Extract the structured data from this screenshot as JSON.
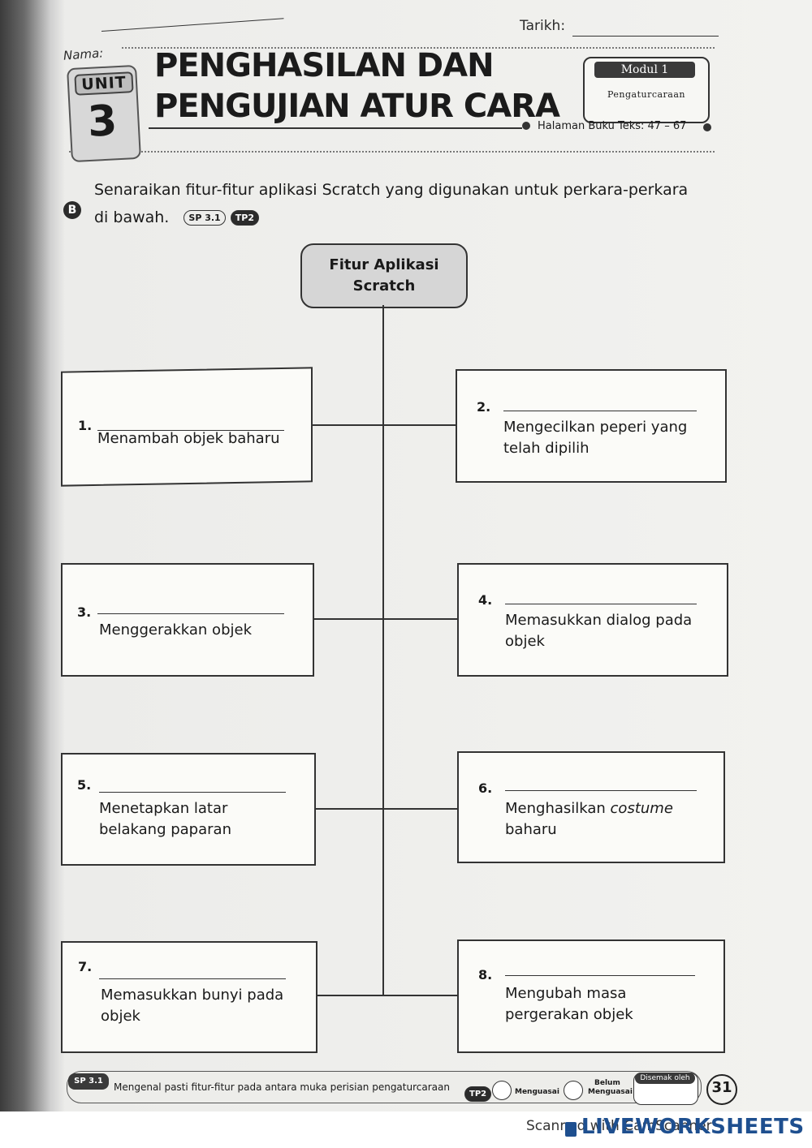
{
  "header": {
    "nama_label": "Nama:",
    "tarikh_label": "Tarikh:",
    "unit_word": "UNIT",
    "unit_number": "3",
    "title_line1": "PENGHASILAN DAN",
    "title_line2": "PENGUJIAN ATUR CARA",
    "modul_title": "Modul 1",
    "modul_subtitle": "Pengaturcaraan",
    "halaman": "Halaman Buku Teks: 47 – 67"
  },
  "question": {
    "badge": "B",
    "line1": "Senaraikan fitur-fitur aplikasi Scratch yang digunakan untuk perkara-perkara",
    "line2": "di bawah.",
    "sp_tag": "SP 3.1",
    "tp_tag": "TP2"
  },
  "diagram": {
    "root_line1": "Fitur Aplikasi",
    "root_line2": "Scratch",
    "items": [
      {
        "num": "1.",
        "desc_line1": "Menambah objek baharu",
        "desc_line2": ""
      },
      {
        "num": "2.",
        "desc_line1": "Mengecilkan peperi yang",
        "desc_line2": "telah dipilih"
      },
      {
        "num": "3.",
        "desc_line1": "Menggerakkan objek",
        "desc_line2": ""
      },
      {
        "num": "4.",
        "desc_line1": "Memasukkan dialog pada",
        "desc_line2": "objek"
      },
      {
        "num": "5.",
        "desc_line1": "Menetapkan latar",
        "desc_line2": "belakang paparan"
      },
      {
        "num": "6.",
        "desc_line1_a": "Menghasilkan ",
        "desc_line1_b": "costume",
        "desc_line2": "baharu"
      },
      {
        "num": "7.",
        "desc_line1": "Memasukkan bunyi pada",
        "desc_line2": "objek"
      },
      {
        "num": "8.",
        "desc_line1": "Mengubah masa",
        "desc_line2": "pergerakan objek"
      }
    ]
  },
  "footer": {
    "sp_tag": "SP 3.1",
    "text": "Mengenal pasti fitur-fitur pada antara muka perisian pengaturcaraan",
    "tp_tag": "TP2",
    "menguasai": "Menguasai",
    "belum_menguasai_1": "Belum",
    "belum_menguasai_2": "Menguasai",
    "disemak_oleh": "Disemak oleh",
    "page_number": "31"
  },
  "watermark": {
    "scanned": "Scanned with CamScanner",
    "brand": "LIVEWORKSHEETS"
  }
}
